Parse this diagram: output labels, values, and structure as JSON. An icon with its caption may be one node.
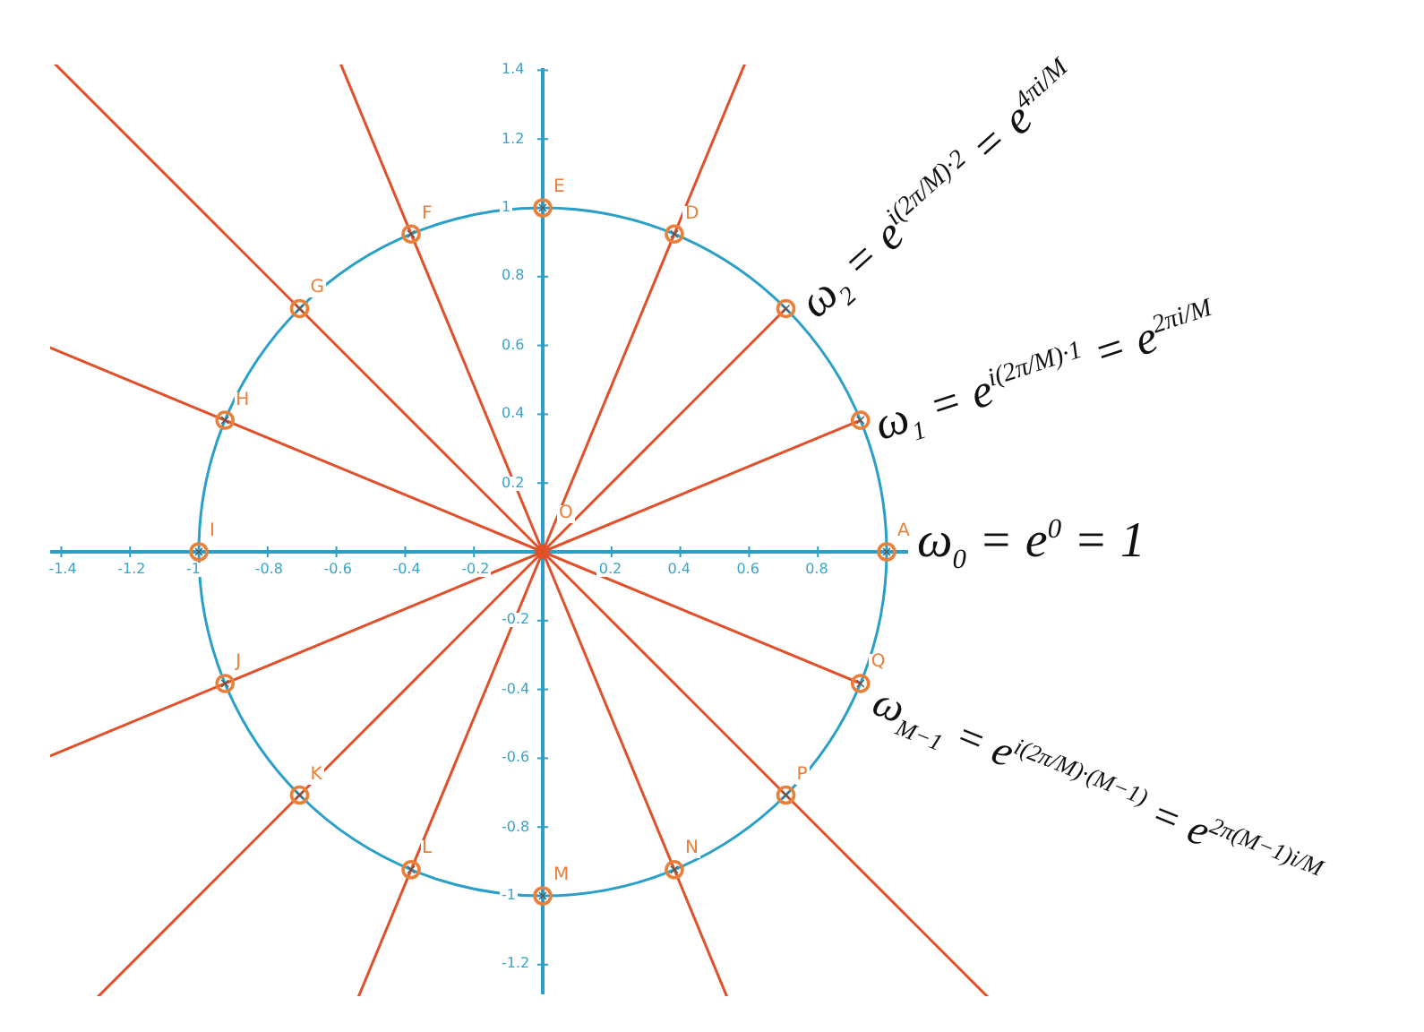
{
  "diagram": {
    "labels": [
      "E",
      "F",
      "D",
      "G",
      "H",
      "I",
      "O",
      "A",
      "J",
      "Q",
      "K",
      "P",
      "L",
      "M",
      "N",
      "1.4",
      "1.2",
      "1",
      "0.8",
      "0.6",
      "0.4",
      "0.2",
      "-0.2",
      "-0.4",
      "-0.6",
      "-0.8",
      "-1",
      "-1.2",
      "-1.4",
      "-1.2",
      "-1",
      "-0.8",
      "-0.6",
      "-0.4",
      "-0.2",
      "0.2",
      "0.4",
      "0.6",
      "0.8",
      "ω$_{2}$ = e$^{i(2π/M)·2}$ = e$^{4πi/M}$",
      "ω$_{1}$ = e$^{i(2π/M)·1}$ = e$^{2πi/M}$",
      "ω$_{0}$ = e$^{0}$ = 1",
      "ω$_{M−1}$ = e$^{i(2π/M)·(M−1)}$ = e$^{2π(M−1)i/M}$"
    ]
  }
}
